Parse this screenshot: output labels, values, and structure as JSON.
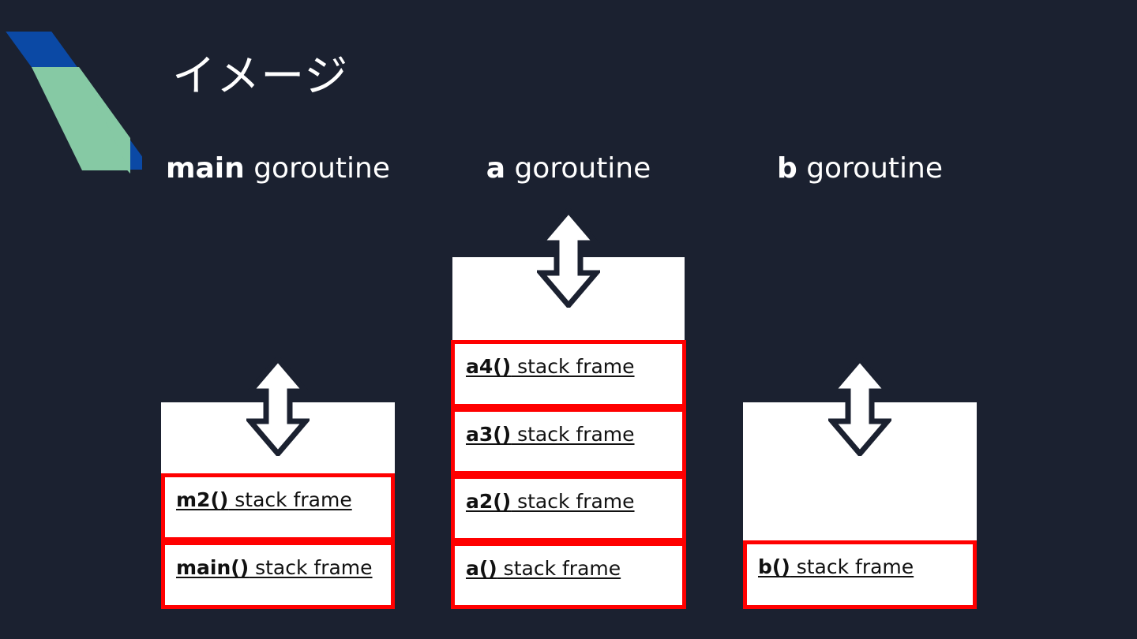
{
  "slide": {
    "title": "イメージ",
    "background_color": "#1b2130",
    "text_color": "#ffffff",
    "frame_border_color": "#ff0000",
    "frame_fill_color": "#ffffff",
    "logo": {
      "name": "logo-parallelograms",
      "blue": "#0b49a5",
      "green": "#86c9a4"
    }
  },
  "columns": [
    {
      "id": "main",
      "header_bold": "main",
      "header_rest": " goroutine",
      "arrow": "double-headed-vertical-arrow",
      "frames": [
        {
          "fn": "m2()",
          "rest": " stack frame"
        },
        {
          "fn": "main()",
          "rest": " stack frame"
        }
      ]
    },
    {
      "id": "a",
      "header_bold": "a",
      "header_rest": " goroutine",
      "arrow": "double-headed-vertical-arrow",
      "frames": [
        {
          "fn": "a4()",
          "rest": " stack frame"
        },
        {
          "fn": "a3()",
          "rest": " stack frame"
        },
        {
          "fn": "a2()",
          "rest": " stack frame"
        },
        {
          "fn": "a()",
          "rest": " stack frame"
        }
      ]
    },
    {
      "id": "b",
      "header_bold": "b",
      "header_rest": " goroutine",
      "arrow": "double-headed-vertical-arrow",
      "frames": [
        {
          "fn": "b()",
          "rest": " stack frame"
        }
      ]
    }
  ]
}
